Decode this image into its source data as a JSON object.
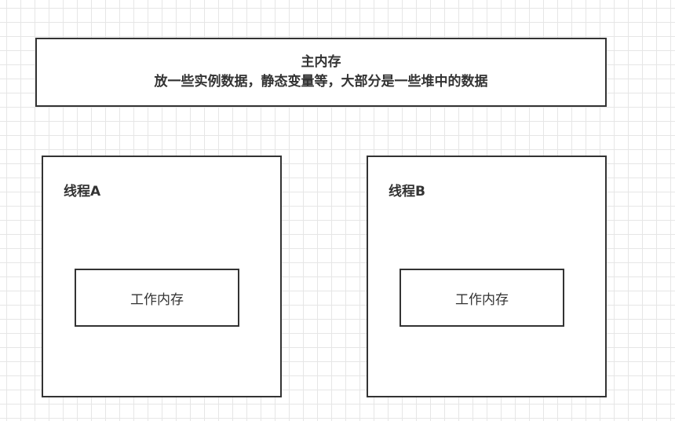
{
  "main_memory": {
    "title": "主内存",
    "description": "放一些实例数据，静态变量等，大部分是一些堆中的数据"
  },
  "threads": [
    {
      "title": "线程A",
      "working_memory_label": "工作内存"
    },
    {
      "title": "线程B",
      "working_memory_label": "工作内存"
    }
  ]
}
